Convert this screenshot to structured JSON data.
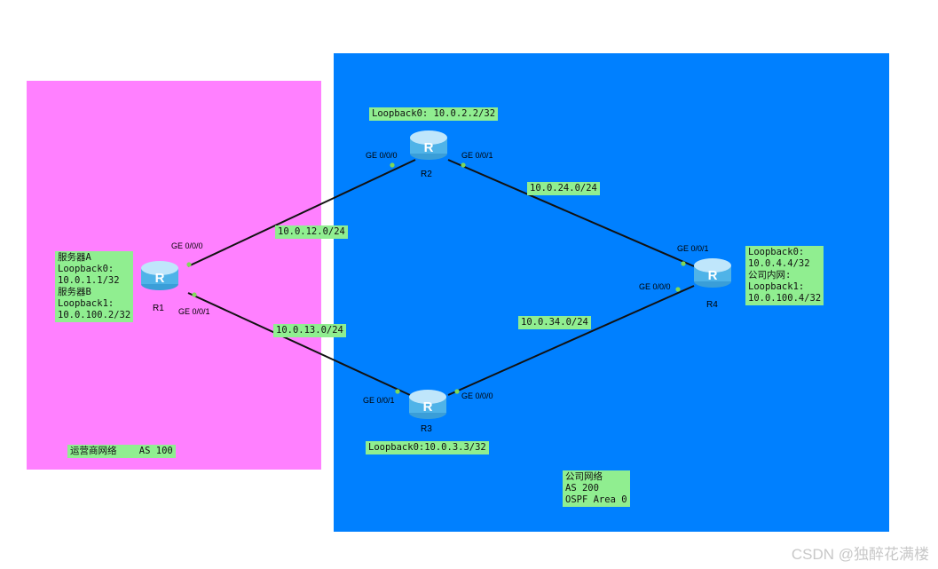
{
  "zones": {
    "isp_label": "运营商网络    AS 100",
    "corp_label": "公司网络\nAS 200\nOSPF Area 0",
    "colors": {
      "isp": "#ff80ff",
      "corp": "#0080ff",
      "note": "#90ee90",
      "link": "#111111",
      "port_dot": "#7fd957"
    }
  },
  "routers": {
    "r1": {
      "name": "R1",
      "ports": [
        "GE 0/0/0",
        "GE 0/0/1"
      ],
      "note": "服务器A\nLoopback0:\n10.0.1.1/32\n服务器B\nLoopback1:\n10.0.100.2/32"
    },
    "r2": {
      "name": "R2",
      "ports": [
        "GE 0/0/0",
        "GE 0/0/1"
      ],
      "note": "Loopback0: 10.0.2.2/32"
    },
    "r3": {
      "name": "R3",
      "ports": [
        "GE 0/0/1",
        "GE 0/0/0"
      ],
      "note": "Loopback0:10.0.3.3/32"
    },
    "r4": {
      "name": "R4",
      "ports": [
        "GE 0/0/1",
        "GE 0/0/0"
      ],
      "note": "Loopback0:\n10.0.4.4/32\n公司内网:\nLoopback1:\n10.0.100.4/32"
    }
  },
  "links": {
    "r1_r2": "10.0.12.0/24",
    "r1_r3": "10.0.13.0/24",
    "r2_r4": "10.0.24.0/24",
    "r3_r4": "10.0.34.0/24"
  },
  "router_icon": "router-icon",
  "watermark": "CSDN @独醉花满楼"
}
